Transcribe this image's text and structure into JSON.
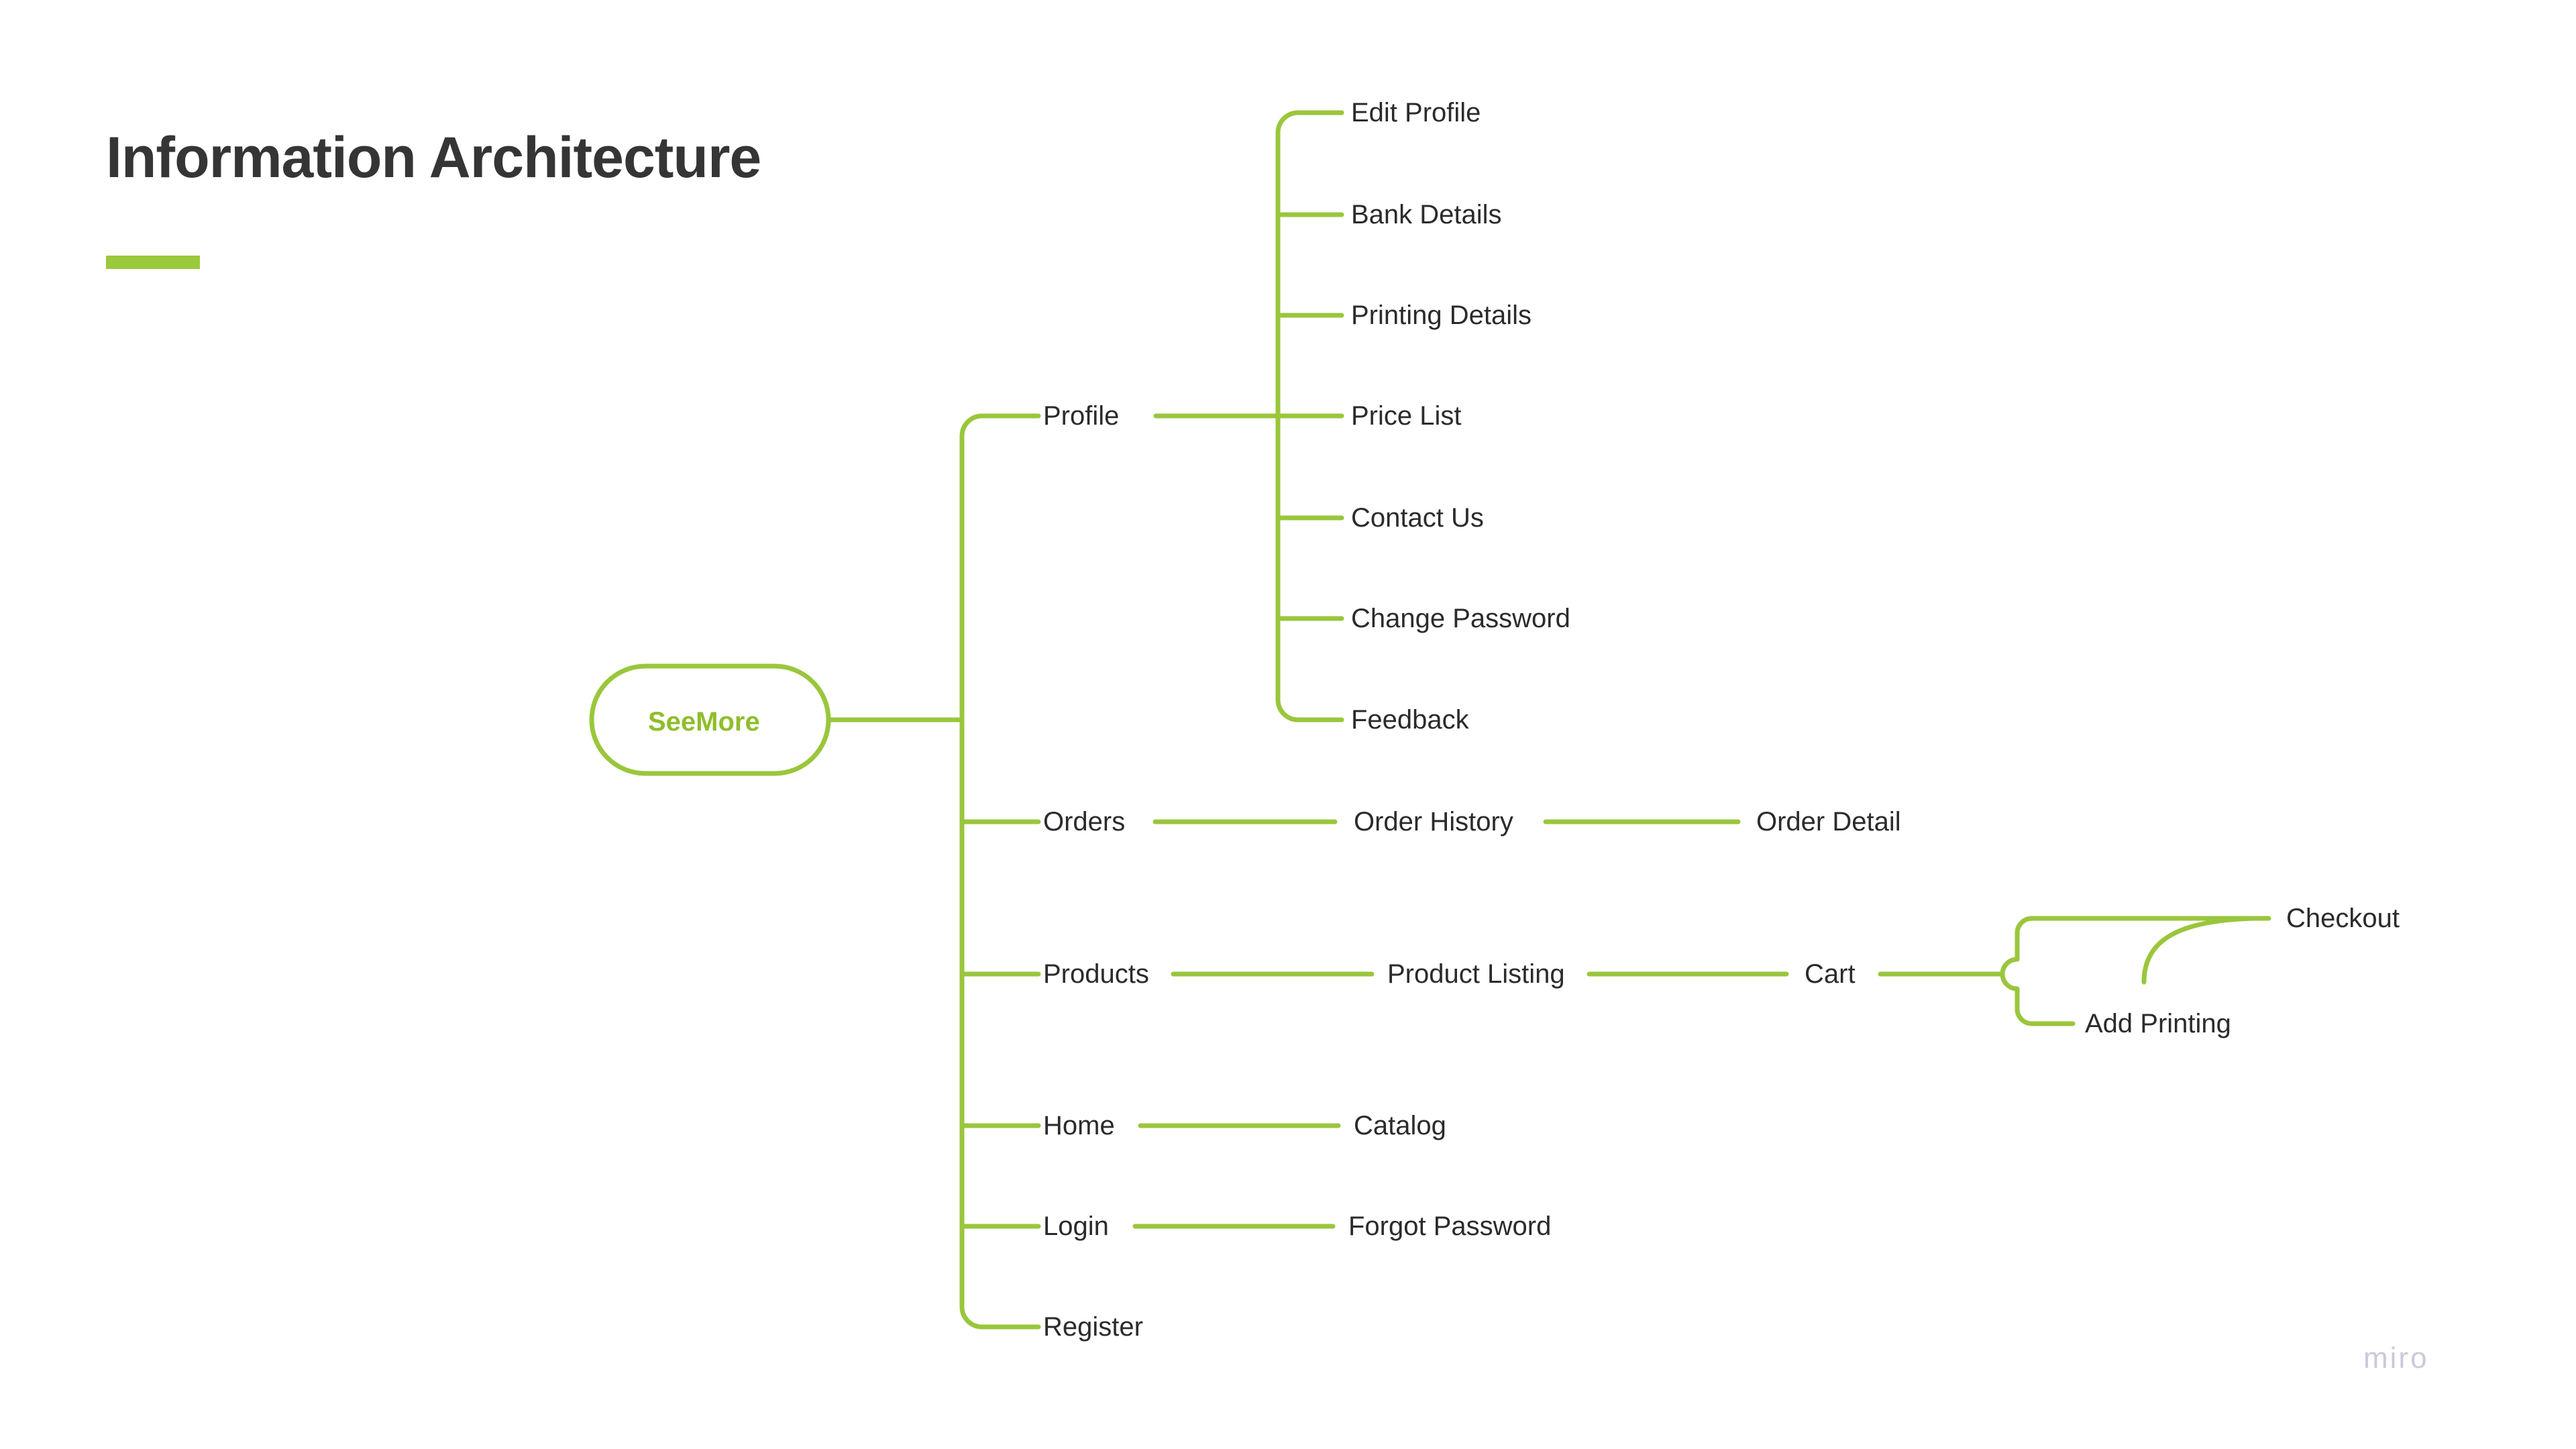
{
  "page": {
    "title": "Information Architecture",
    "watermark": "miro",
    "accent_color": "#9AC93C",
    "line_color": "#9AC63C",
    "title_color": "#353535",
    "label_color": "#2b2b2b",
    "root_text_color": "#8FBE2B",
    "background": "#ffffff"
  },
  "diagram": {
    "type": "mind-map",
    "root": {
      "label": "SeeMore"
    },
    "branches": [
      {
        "label": "Profile",
        "children": [
          {
            "label": "Edit Profile"
          },
          {
            "label": "Bank Details"
          },
          {
            "label": "Printing Details"
          },
          {
            "label": "Price List"
          },
          {
            "label": "Contact Us"
          },
          {
            "label": "Change Password"
          },
          {
            "label": "Feedback"
          }
        ]
      },
      {
        "label": "Orders",
        "children": [
          {
            "label": "Order History",
            "children": [
              {
                "label": "Order Detail"
              }
            ]
          }
        ]
      },
      {
        "label": "Products",
        "children": [
          {
            "label": "Product Listing",
            "children": [
              {
                "label": "Cart",
                "children": [
                  {
                    "label": "Checkout"
                  },
                  {
                    "label": "Add Printing"
                  }
                ]
              }
            ]
          }
        ]
      },
      {
        "label": "Home",
        "children": [
          {
            "label": "Catalog"
          }
        ]
      },
      {
        "label": "Login",
        "children": [
          {
            "label": "Forgot Password"
          }
        ]
      },
      {
        "label": "Register",
        "children": []
      }
    ]
  },
  "labels": {
    "root": "SeeMore",
    "profile": "Profile",
    "edit_profile": "Edit Profile",
    "bank_details": "Bank Details",
    "printing_details": "Printing Details",
    "price_list": "Price List",
    "contact_us": "Contact Us",
    "change_password": "Change Password",
    "feedback": "Feedback",
    "orders": "Orders",
    "order_history": "Order History",
    "order_detail": "Order Detail",
    "products": "Products",
    "product_listing": "Product Listing",
    "cart": "Cart",
    "checkout": "Checkout",
    "add_printing": "Add Printing",
    "home": "Home",
    "catalog": "Catalog",
    "login": "Login",
    "forgot_password": "Forgot Password",
    "register": "Register"
  }
}
